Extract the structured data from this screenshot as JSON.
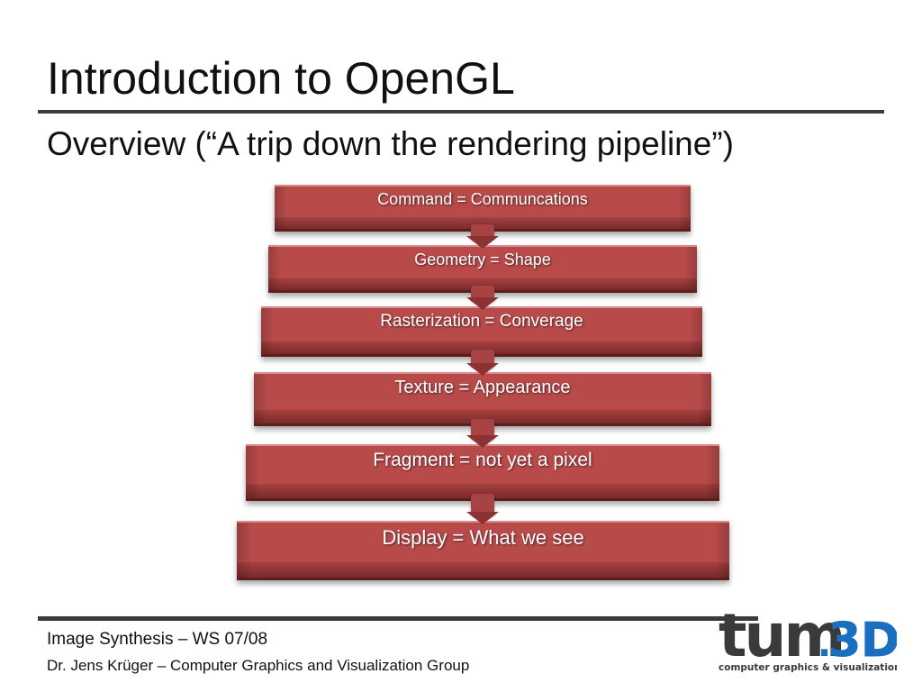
{
  "slide": {
    "title": "Introduction to OpenGL",
    "subtitle": "Overview (“A trip down the rendering pipeline”)"
  },
  "pipeline": {
    "stages": [
      {
        "label": "Command = Communcations"
      },
      {
        "label": "Geometry  = Shape"
      },
      {
        "label": "Rasterization = Converage"
      },
      {
        "label": "Texture  = Appearance"
      },
      {
        "label": "Fragment  = not yet a pixel"
      },
      {
        "label": "Display = What we see"
      }
    ],
    "box_color": "#b84a4a"
  },
  "footer": {
    "line1": "Image Synthesis – WS 07/08",
    "line2": "Dr. Jens Krüger – Computer Graphics and Visualization Group"
  },
  "logo": {
    "tum": "tum",
    "dot": ".",
    "threed": "3D",
    "tagline": "computer graphics & visualization",
    "colors": {
      "tum": "#3a3a3a",
      "threed": "#1a6fbf"
    }
  }
}
